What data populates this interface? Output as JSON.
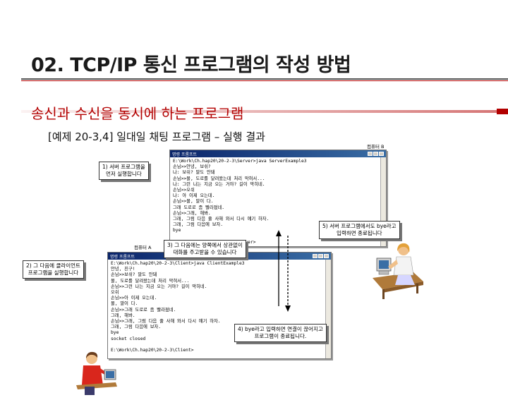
{
  "slide": {
    "title": "02. TCP/IP 통신 프로그램의 작성 방법",
    "subtitle": "송신과 수신을 동시에 하는 프로그램",
    "example_caption": "[예제 20-3,4] 일대일 채팅 프로그램 – 실행 결과",
    "colors": {
      "title_line": "#b20000",
      "subtitle": "#b30000",
      "titlebar": "#0a246a"
    }
  },
  "server_window": {
    "title": "명령 프롬프트",
    "label": "컴퓨터 B",
    "lines": [
      "E:\\Work\\Ch.hap20\\20-2-3\\Server>java ServerExample3",
      "손님>>안녕, 보쉬?",
      "나: 보쉬? 말도 안돼",
      "손님>>몰, 도로를 달려왔는데 처리 막혀서...",
      "나: 그런 나는 지금 오는 거야? 길이 막히네.",
      "손님>>오쉬",
      "나: 아 이제 오는데.",
      "손님>>몰, 말이 다.",
      "그래 도로로 좀 빨라졌네.",
      "손님>>그래, 해봐.",
      "그래, 그럼 다음 줄 사해 와서 다시 얘기 하자.",
      "그래, 그럼 다음에 보자.",
      "bye",
      "",
      "E:\\Work\\Ch.hap20\\20-2-3\\Server>"
    ]
  },
  "client_window": {
    "title": "명령 프롬프트",
    "label": "컴퓨터 A",
    "lines": [
      "E:\\Work\\Ch.hap20\\20-2-3\\Client>java ClientExample3",
      "안녕, 친구!",
      "손님>>보쉬? 말도 안돼",
      "몰, 도로를 달려왔는데 처리 막혀서...",
      "손님>>그런 나는 지금 오는 거야? 길이 막히네.",
      "오쉬",
      "손님>>아 이제 오는데.",
      "몰, 말이 다.",
      "손님>>그래 도로로 좀 빨라졌네.",
      "그래, 해봐.",
      "손님>>그래, 그럼 다음 줄 사해 와서 다시 얘기 하자.",
      "그래, 그럼 다음에 보자.",
      "bye",
      "socket closed",
      "",
      "E:\\Work\\Ch.hap20\\20-2-3\\Client>"
    ]
  },
  "callouts": {
    "step1": [
      "1) 서버 프로그램을",
      "먼저 실행합니다"
    ],
    "step2": [
      "2) 그 다음에 클라이언트",
      "프로그램을 실행합니다"
    ],
    "step3": [
      "3) 그 다음에는 양쪽에서 상관없이",
      "대화를 주고받을 수 있습니다"
    ],
    "step4": [
      "4) bye라고 입력하면 연결이 끊어지고",
      "프로그램이 종료됩니다."
    ],
    "step5": [
      "5) 서버 프로그램에서도 bye라고",
      "입력하면 종료됩니다"
    ]
  },
  "icons": {
    "person_top": "woman-at-computer-icon",
    "person_bottom": "man-at-computer-icon",
    "arrow": "double-arrow-icon"
  }
}
